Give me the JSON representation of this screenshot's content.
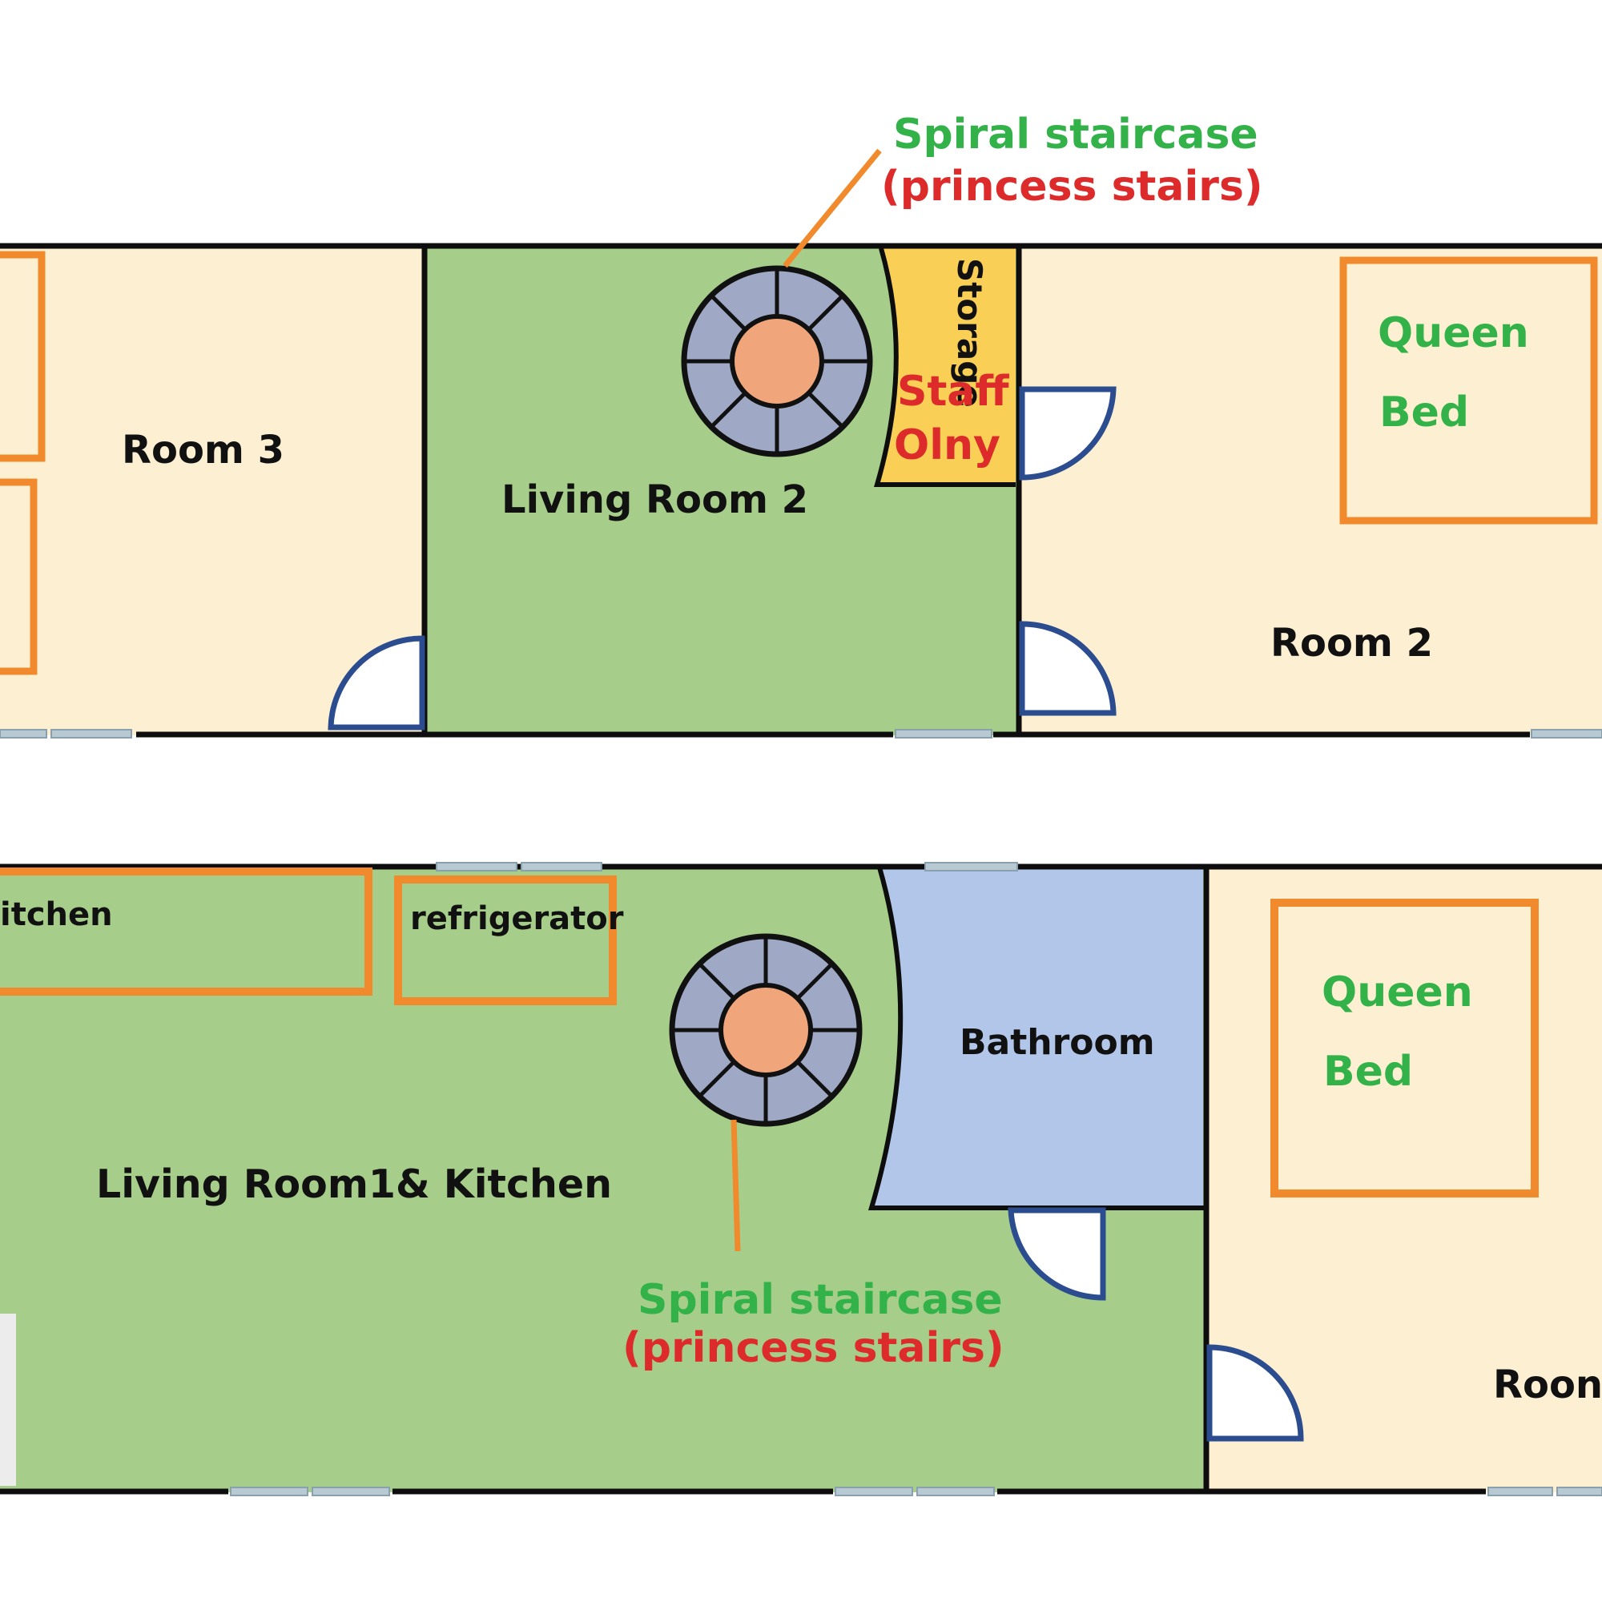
{
  "colors": {
    "room": "#fdf0d2",
    "living": "#a6ce8a",
    "storage": "#f9cf55",
    "bathroom": "#b1c6e8",
    "wall": "#0d0d0d",
    "furniture_outline": "#f08a2c",
    "door": "#2b4d8f",
    "stair_ring": "#9fa9c6",
    "stair_center": "#f0a67a",
    "green_text": "#34b24a",
    "red_text": "#dd2b2b",
    "leader_line": "#f08a2c",
    "window": "#b7c9d3"
  },
  "upper_floor": {
    "stair_label": {
      "line1": "Spiral staircase",
      "line2": "(princess stairs)"
    },
    "storage": "Storage",
    "staff_line1": "Staff",
    "staff_line2": "Olny",
    "room3": "Room 3",
    "living_room2": "Living Room 2",
    "room2": "Room 2",
    "bed_line1": "Queen",
    "bed_line2": "Bed"
  },
  "lower_floor": {
    "kitchen": "itchen",
    "refrigerator": "refrigerator",
    "bathroom": "Bathroom",
    "living_kitchen": "Living Room1& Kitchen",
    "stair_label": {
      "line1": "Spiral staircase",
      "line2": "(princess stairs)"
    },
    "room_partial": "Roon",
    "bed_line1": "Queen",
    "bed_line2": "Bed"
  }
}
